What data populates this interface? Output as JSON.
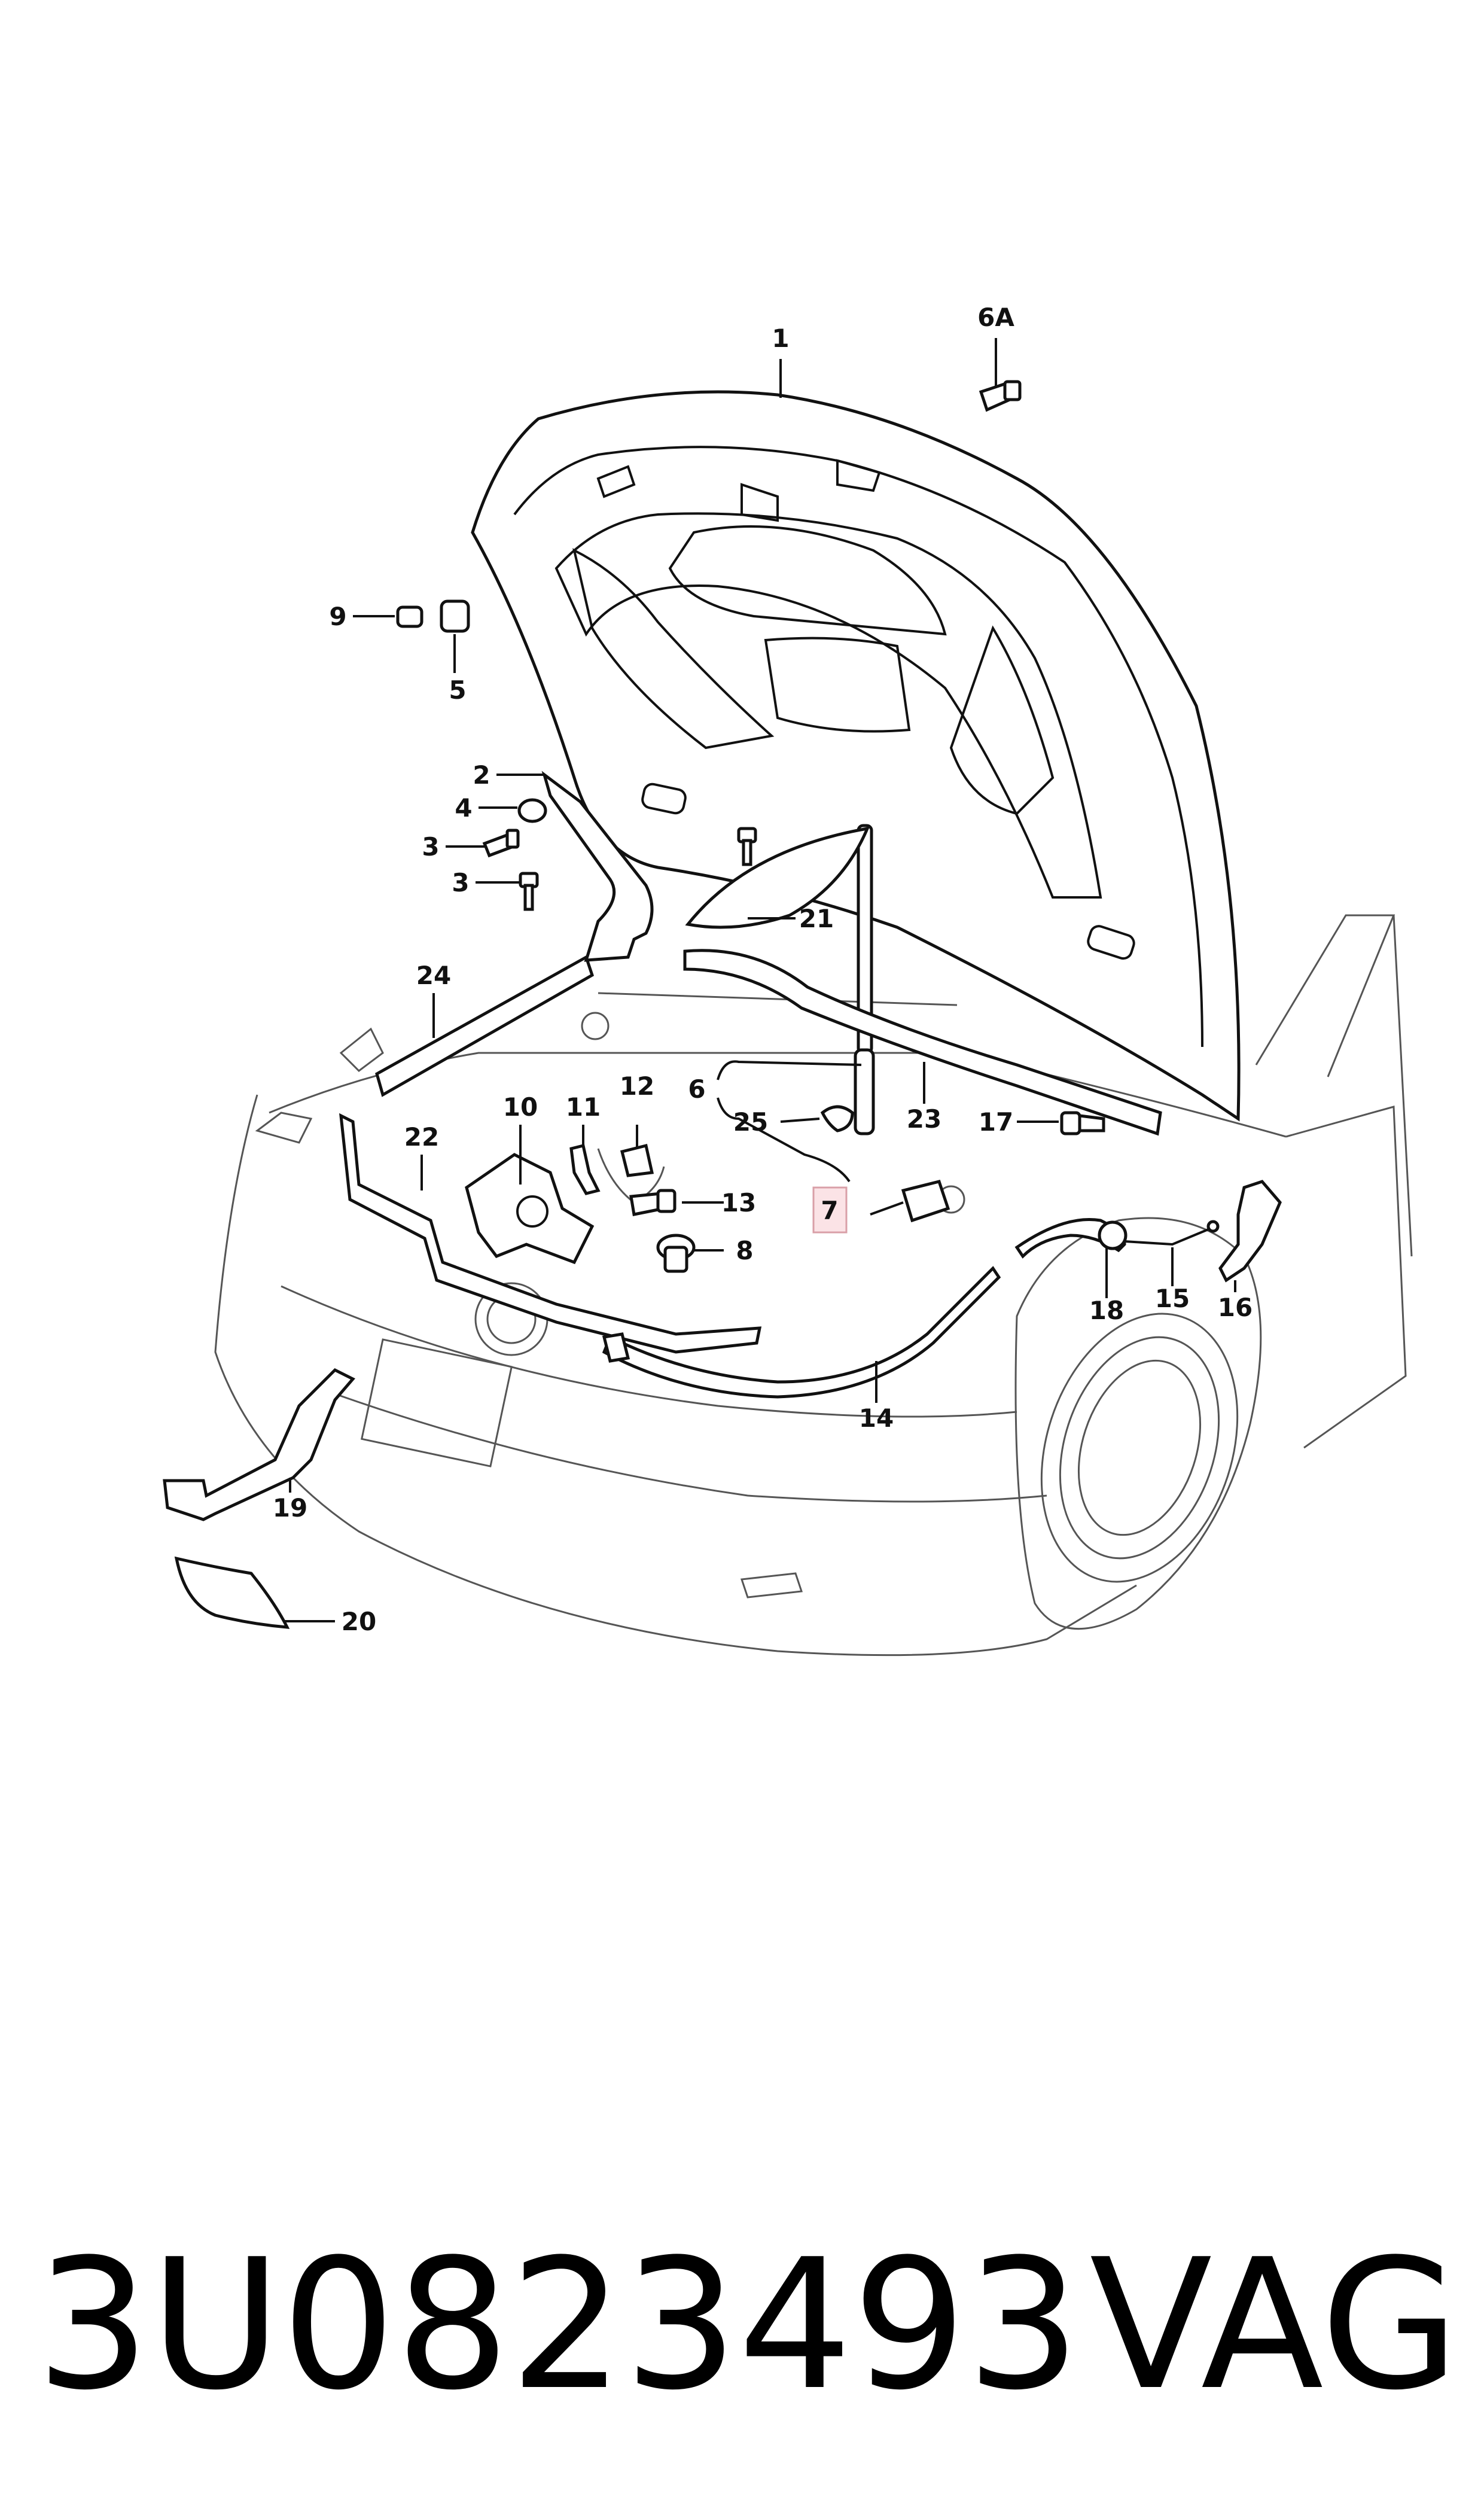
{
  "diagram": {
    "callouts": [
      {
        "id": "c1",
        "label": "1"
      },
      {
        "id": "c6a",
        "label": "6A"
      },
      {
        "id": "c9",
        "label": "9"
      },
      {
        "id": "c5",
        "label": "5"
      },
      {
        "id": "c2",
        "label": "2"
      },
      {
        "id": "c4",
        "label": "4"
      },
      {
        "id": "c3a",
        "label": "3"
      },
      {
        "id": "c3b",
        "label": "3"
      },
      {
        "id": "c21",
        "label": "21"
      },
      {
        "id": "c24",
        "label": "24"
      },
      {
        "id": "c6",
        "label": "6"
      },
      {
        "id": "c25",
        "label": "25"
      },
      {
        "id": "c23",
        "label": "23"
      },
      {
        "id": "c17",
        "label": "17"
      },
      {
        "id": "c10",
        "label": "10"
      },
      {
        "id": "c11",
        "label": "11"
      },
      {
        "id": "c12",
        "label": "12"
      },
      {
        "id": "c22",
        "label": "22"
      },
      {
        "id": "c13",
        "label": "13"
      },
      {
        "id": "c8",
        "label": "8"
      },
      {
        "id": "c7",
        "label": "7"
      },
      {
        "id": "c18",
        "label": "18"
      },
      {
        "id": "c15",
        "label": "15"
      },
      {
        "id": "c16",
        "label": "16"
      },
      {
        "id": "c14",
        "label": "14"
      },
      {
        "id": "c19",
        "label": "19"
      },
      {
        "id": "c20",
        "label": "20"
      }
    ],
    "highlighted": "7"
  },
  "footer": {
    "part_number": "3U0823493",
    "brand": "VAG"
  }
}
